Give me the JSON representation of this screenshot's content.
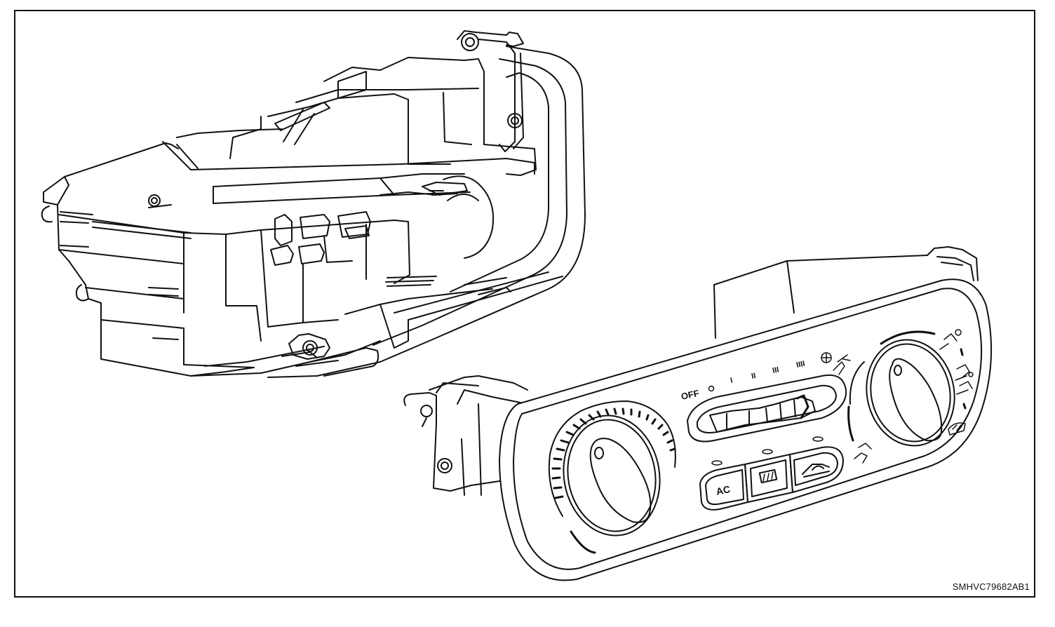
{
  "figure": {
    "reference_code": "SMHVC79682AB1"
  },
  "control_panel": {
    "fan_speed_labels": [
      "OFF",
      "I",
      "II",
      "III",
      "IIII"
    ],
    "ac_button_label": "AC"
  },
  "icons": {
    "fan": "fan-icon",
    "rear_defrost": "rear-defrost-icon",
    "recirculation": "recirculation-icon",
    "vent_face": "vent-face-icon",
    "vent_feet": "vent-feet-icon",
    "defrost_windshield": "windshield-defrost-icon"
  }
}
